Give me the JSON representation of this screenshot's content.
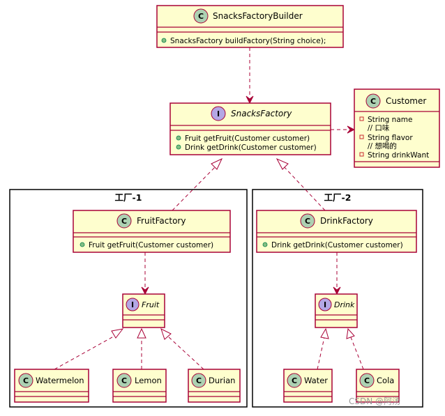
{
  "packages": {
    "factory1": {
      "title": "工厂-1"
    },
    "factory2": {
      "title": "工厂-2"
    }
  },
  "classes": {
    "builder": {
      "stereotype": "C",
      "name": "SnacksFactoryBuilder",
      "members": [
        "SnacksFactory buildFactory(String choice);"
      ]
    },
    "snacks_factory": {
      "stereotype": "I",
      "name": "SnacksFactory",
      "members": [
        "Fruit getFruit(Customer customer)",
        "Drink getDrink(Customer customer)"
      ]
    },
    "customer": {
      "stereotype": "C",
      "name": "Customer",
      "fields": [
        {
          "text": "String name",
          "comment": "// 口味"
        },
        {
          "text": "String flavor",
          "comment": "// 想喝的"
        },
        {
          "text": "String drinkWant"
        }
      ]
    },
    "fruit_factory": {
      "stereotype": "C",
      "name": "FruitFactory",
      "members": [
        "Fruit getFruit(Customer customer)"
      ]
    },
    "drink_factory": {
      "stereotype": "C",
      "name": "DrinkFactory",
      "members": [
        "Drink getDrink(Customer customer)"
      ]
    },
    "fruit": {
      "stereotype": "I",
      "name": "Fruit"
    },
    "drink": {
      "stereotype": "I",
      "name": "Drink"
    },
    "watermelon": {
      "stereotype": "C",
      "name": "Watermelon"
    },
    "lemon": {
      "stereotype": "C",
      "name": "Lemon"
    },
    "durian": {
      "stereotype": "C",
      "name": "Durian"
    },
    "water": {
      "stereotype": "C",
      "name": "Water"
    },
    "cola": {
      "stereotype": "C",
      "name": "Cola"
    }
  },
  "watermark": "CSDN @阿汤",
  "colors": {
    "class_fill": "#fefece",
    "border": "#a80036",
    "class_badge": "#add1b2",
    "interface_badge": "#b4a7e5",
    "public_marker": "#84be84",
    "private_marker": "#c82930"
  }
}
